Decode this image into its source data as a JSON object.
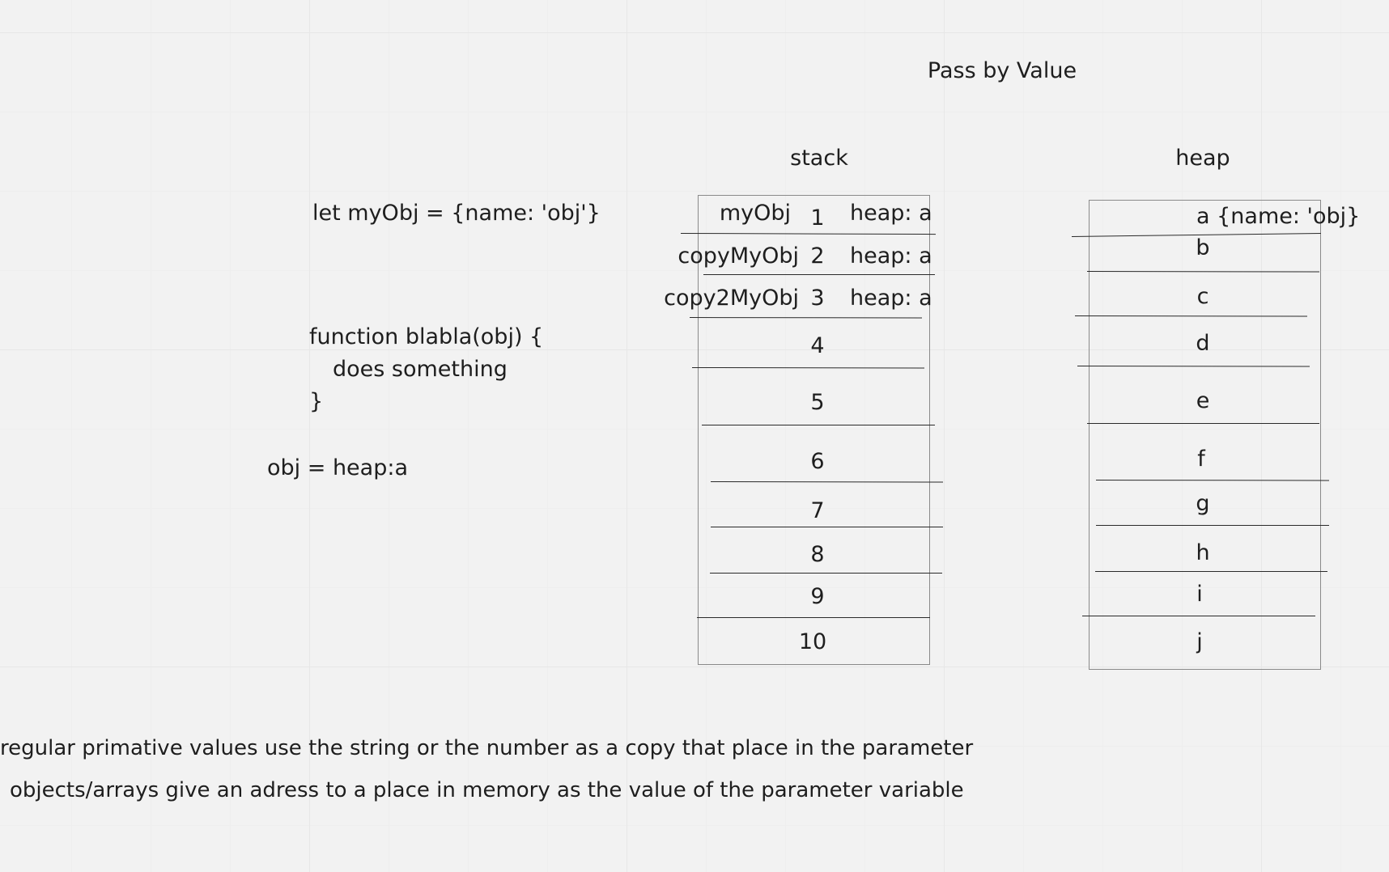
{
  "title": "Pass by Value",
  "stack": {
    "label": "stack",
    "rows": [
      {
        "name": "myObj",
        "index": "1",
        "value": "heap: a"
      },
      {
        "name": "copyMyObj",
        "index": "2",
        "value": "heap: a"
      },
      {
        "name": "copy2MyObj",
        "index": "3",
        "value": "heap: a"
      },
      {
        "name": "",
        "index": "4",
        "value": ""
      },
      {
        "name": "",
        "index": "5",
        "value": ""
      },
      {
        "name": "",
        "index": "6",
        "value": ""
      },
      {
        "name": "",
        "index": "7",
        "value": ""
      },
      {
        "name": "",
        "index": "8",
        "value": ""
      },
      {
        "name": "",
        "index": "9",
        "value": ""
      },
      {
        "name": "",
        "index": "10",
        "value": ""
      }
    ]
  },
  "heap": {
    "label": "heap",
    "rows": [
      {
        "label": "a {name: 'obj}"
      },
      {
        "label": "b"
      },
      {
        "label": "c"
      },
      {
        "label": "d"
      },
      {
        "label": "e"
      },
      {
        "label": "f"
      },
      {
        "label": "g"
      },
      {
        "label": "h"
      },
      {
        "label": "i"
      },
      {
        "label": "j"
      }
    ]
  },
  "code": {
    "declaration": "let myObj = {name: 'obj'}",
    "function_line1": "function blabla(obj) {",
    "function_line2": "does something",
    "function_line3": "}",
    "assignment": "obj = heap:a"
  },
  "notes": {
    "line1": "regular primative values use the string or the number as a copy that place in the parameter",
    "line2": "objects/arrays give an adress to a place in memory as the value of the parameter variable"
  }
}
